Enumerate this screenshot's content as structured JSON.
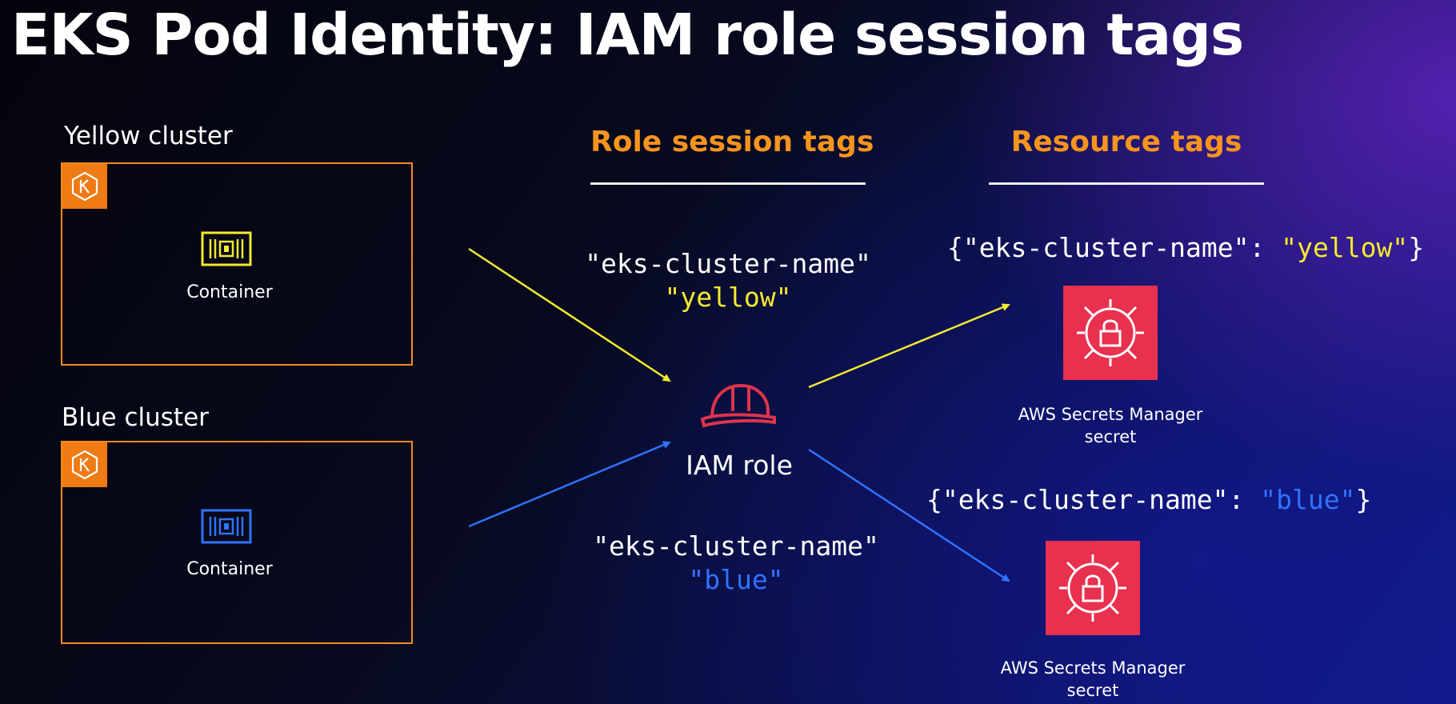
{
  "title": "EKS Pod Identity: IAM role session tags",
  "clusters": {
    "yellow": {
      "label": "Yellow cluster",
      "container_label": "Container",
      "badge_icon": "eks-k-icon",
      "accent": "#f4ea2f"
    },
    "blue": {
      "label": "Blue cluster",
      "container_label": "Container",
      "badge_icon": "eks-k-icon",
      "accent": "#2f73ff"
    }
  },
  "columns": {
    "session_tags": "Role session tags",
    "resource_tags": "Resource tags"
  },
  "session_tags": {
    "yellow": {
      "key": "\"eks-cluster-name\"",
      "value": "\"yellow\""
    },
    "blue": {
      "key": "\"eks-cluster-name\"",
      "value": "\"blue\""
    }
  },
  "iam_role": {
    "label": "IAM role",
    "icon": "hard-hat-icon"
  },
  "resources": {
    "yellow": {
      "tag_prefix": "{\"eks-cluster-name\": ",
      "tag_value": "\"yellow\"",
      "tag_suffix": "}",
      "label": "AWS Secrets Manager secret",
      "icon": "secrets-manager-icon"
    },
    "blue": {
      "tag_prefix": "{\"eks-cluster-name\": ",
      "tag_value": "\"blue\"",
      "tag_suffix": "}",
      "label": "AWS Secrets Manager secret",
      "icon": "secrets-manager-icon"
    }
  },
  "colors": {
    "orange": "#f18a1c",
    "yellow": "#f4ea2f",
    "blue": "#2f73ff",
    "secret_red": "#e8304f",
    "role_red": "#dd344c"
  }
}
